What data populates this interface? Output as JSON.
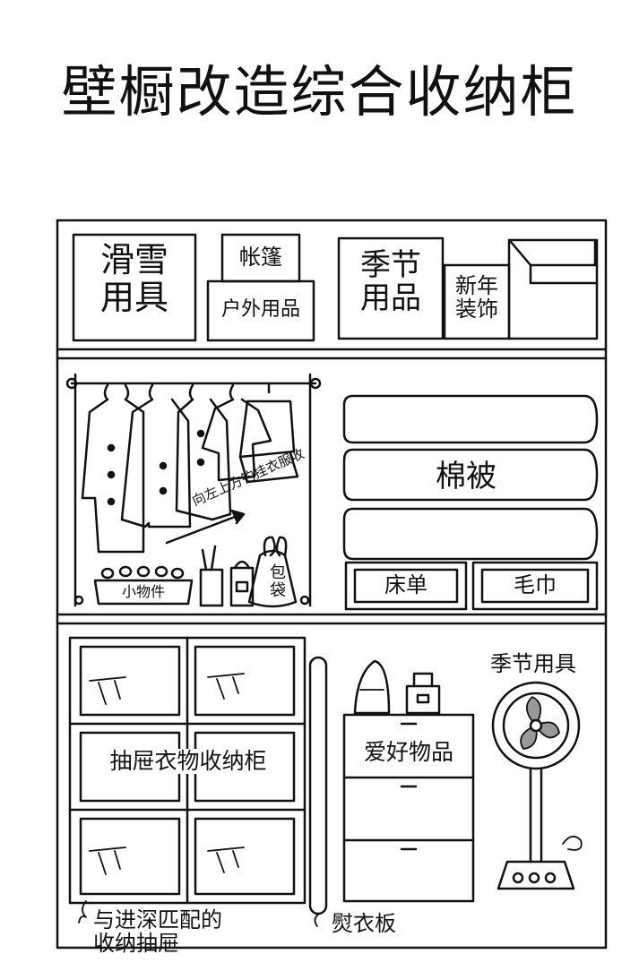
{
  "title": "壁橱改造综合收纳柜",
  "top_shelf": {
    "ski": "滑雪\n用具",
    "tent": "帐篷",
    "outdoor": "户外用品",
    "seasonal": "季节\n用品",
    "newyear": "新年\n装饰"
  },
  "middle_shelf": {
    "hanger_note": "向左上方钓挂衣服收",
    "small_items": "小物件",
    "bag": "包\n袋",
    "quilt": "棉被",
    "sheet": "床单",
    "towel": "毛巾"
  },
  "bottom_shelf": {
    "drawer_cabinet": "抽屉衣物收纳柜",
    "hobby": "爱好物品",
    "seasonal_tools": "季节用具",
    "matching_drawer": "与进深匹配的\n收纳抽屉",
    "ironing_board": "熨衣板"
  }
}
